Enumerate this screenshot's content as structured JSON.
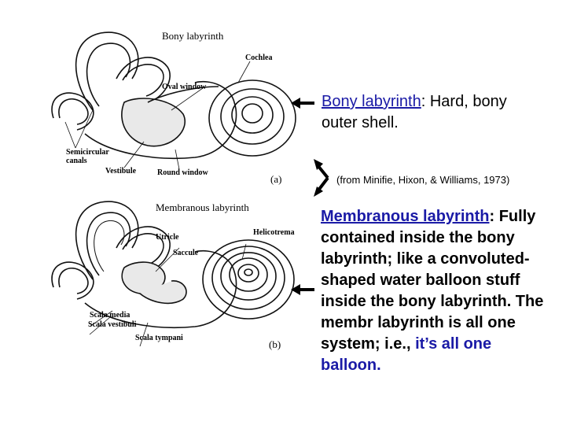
{
  "figure": {
    "top_panel": {
      "title": "Bony labyrinth",
      "labels": {
        "cochlea": "Cochlea",
        "oval_window": "Oval window",
        "semicircular_canals": "Semicircular canals",
        "vestibule": "Vestibule",
        "round_window": "Round window"
      },
      "panel_letter": "(a)"
    },
    "bottom_panel": {
      "title": "Membranous labyrinth",
      "labels": {
        "helicotrema": "Helicotrema",
        "utricle": "Utricle",
        "saccule": "Saccule",
        "scala_media": "Scala media",
        "scala_vestibuli": "Scala vestibuli",
        "scala_tympani": "Scala tympani"
      },
      "panel_letter": "(b)"
    }
  },
  "text": {
    "bony": {
      "term": "Bony labyrinth",
      "rest": ": Hard, bony outer shell."
    },
    "citation": "(from Minifie, Hixon, & Williams, 1973)",
    "membranous": {
      "term": "Membranous labyrinth",
      "colon": ":",
      "body": " Fully contained inside the bony labyrinth; like a convoluted-shaped water balloon stuff inside the bony labyrinth. The membr labyrinth is all one system; i.e.,",
      "highlight": " it’s all one balloon."
    }
  },
  "colors": {
    "link": "#1a1aa6",
    "text": "#000000"
  }
}
